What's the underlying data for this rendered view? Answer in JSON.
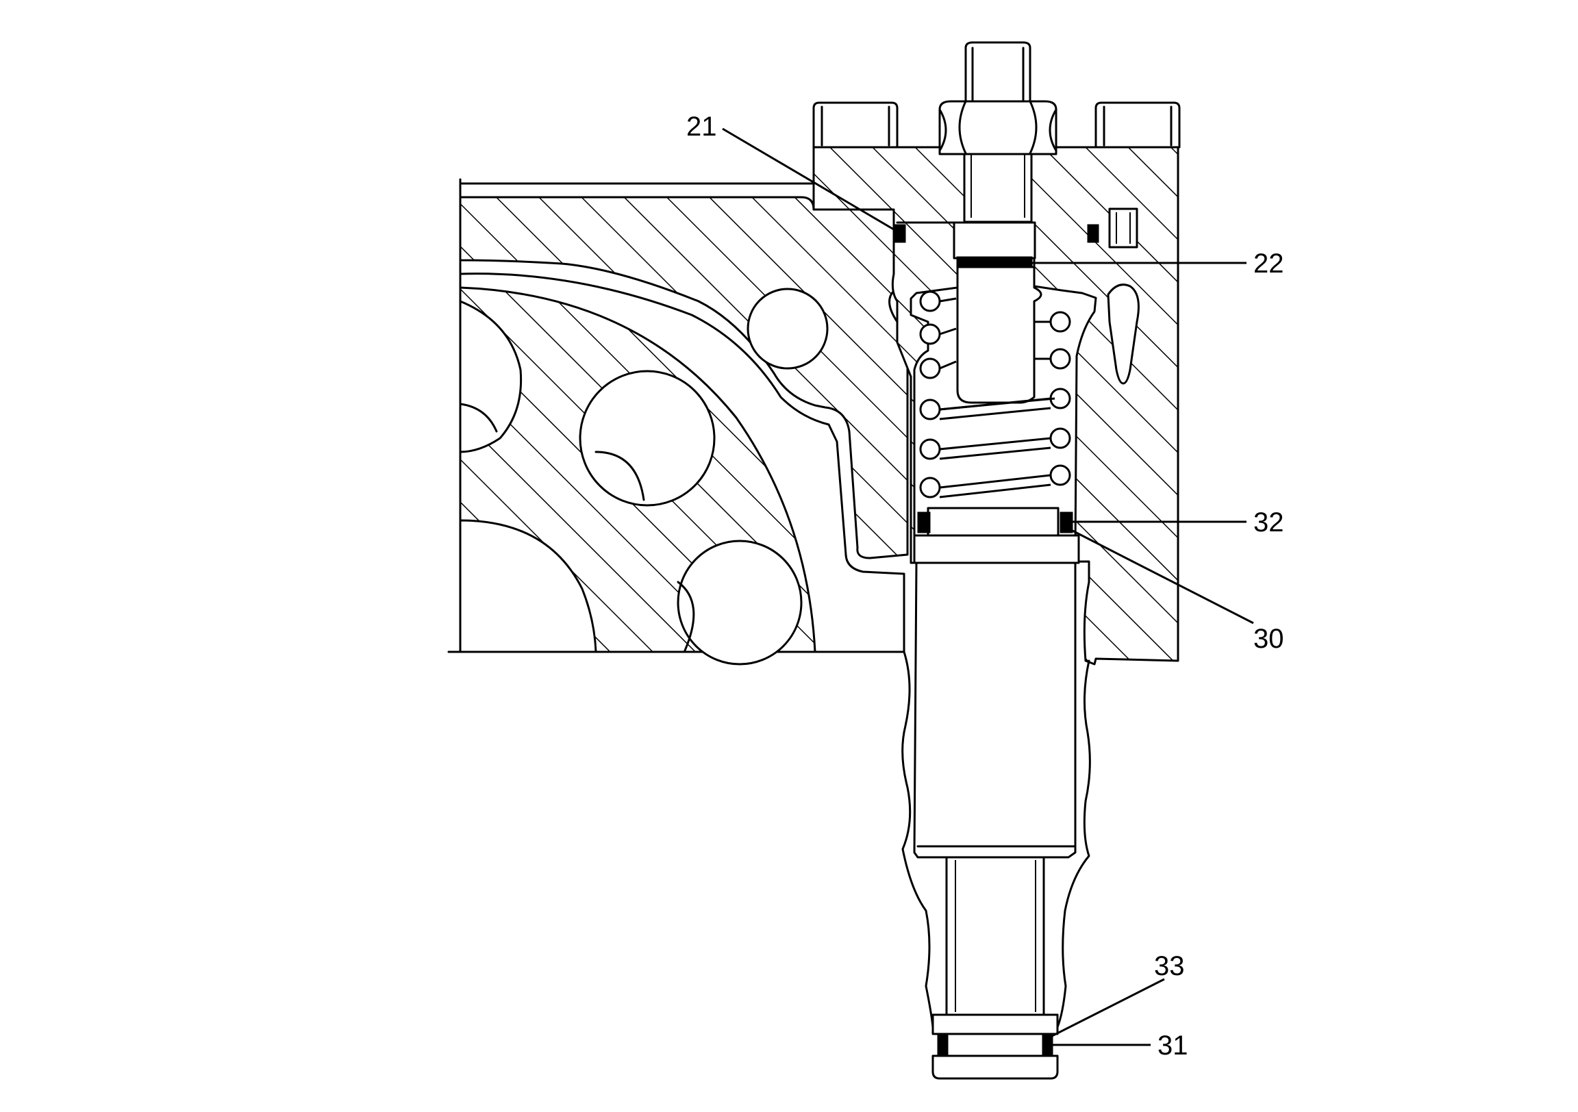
{
  "diagram": {
    "callouts": [
      {
        "id": "c21",
        "label": "21"
      },
      {
        "id": "c22",
        "label": "22"
      },
      {
        "id": "c32",
        "label": "32"
      },
      {
        "id": "c30",
        "label": "30"
      },
      {
        "id": "c33",
        "label": "33"
      },
      {
        "id": "c31",
        "label": "31"
      }
    ]
  }
}
